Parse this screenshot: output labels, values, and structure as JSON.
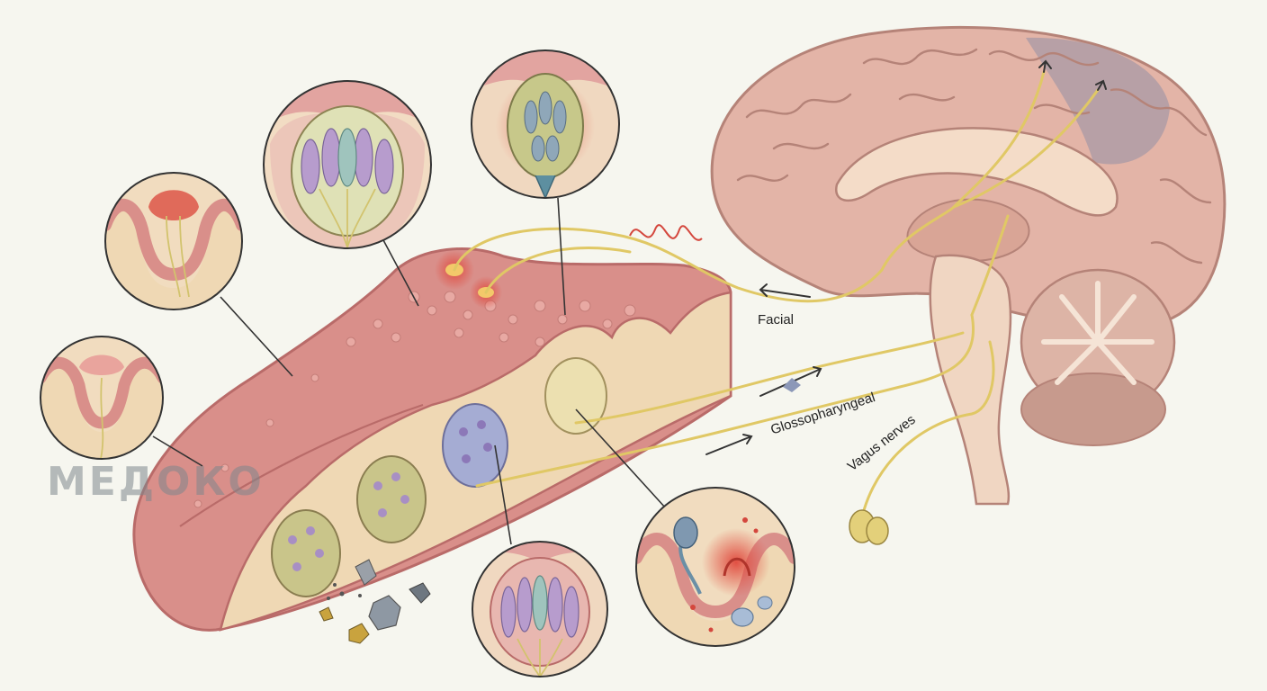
{
  "labels": {
    "facial": "Facial",
    "glossopharyngeal": "Glossopharyngeal",
    "vagus": "Vagus nerves"
  },
  "watermark": {
    "text": "МЕДОКО"
  },
  "colors": {
    "tongue": "#d98f8a",
    "tongue_dark": "#b96b69",
    "tissue": "#efd8b4",
    "brain": "#e3b4a7",
    "brain_dark": "#b58378",
    "nerve": "#e8d57a",
    "inflammation": "#e0483c",
    "cell_purple": "#b79ccd",
    "cell_blue": "#8fa3c8",
    "background": "#f6f6ef"
  }
}
